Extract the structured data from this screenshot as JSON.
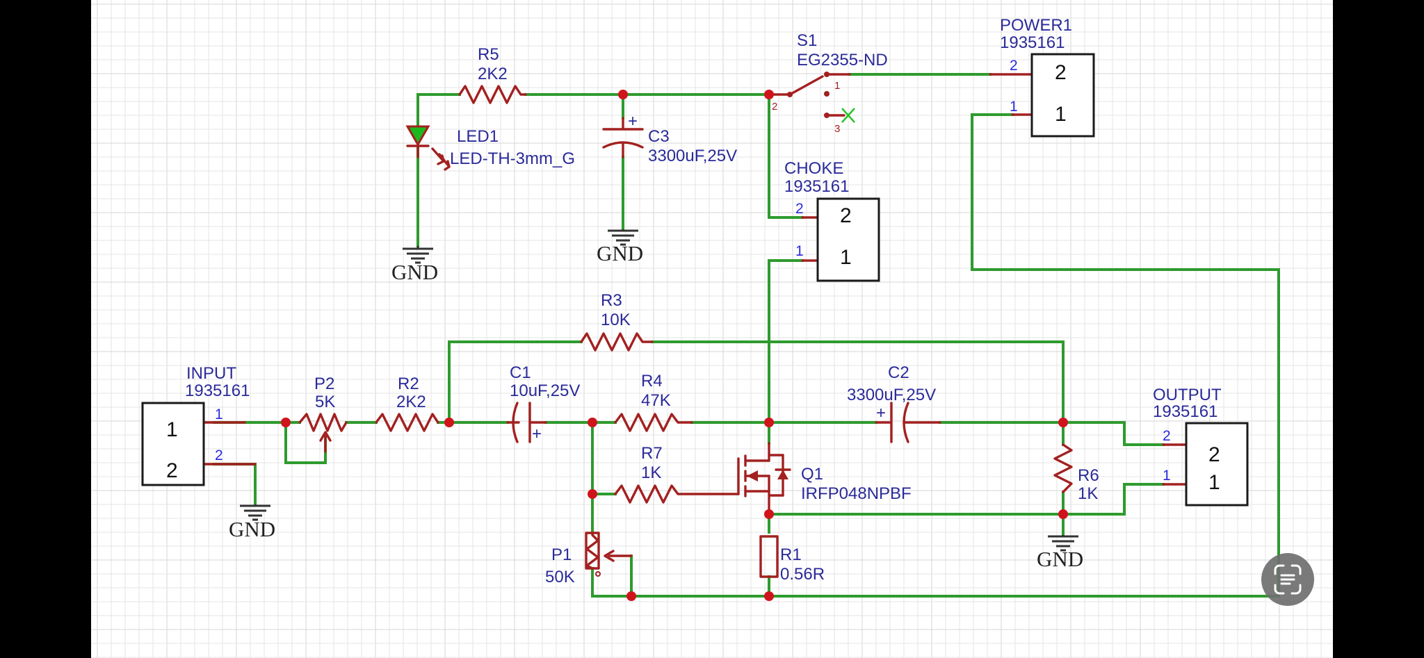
{
  "schematic": {
    "colors": {
      "wire": "#2e9b2e",
      "part": "#a32020",
      "label": "#2a2a9a",
      "pin_number": "#2a2ae0",
      "junction": "#d0141c"
    },
    "components": {
      "r5": {
        "ref": "R5",
        "value": "2K2"
      },
      "led1": {
        "ref": "LED1",
        "value": "LED-TH-3mm_G"
      },
      "c3": {
        "ref": "C3",
        "value": "3300uF,25V",
        "plus": "+"
      },
      "s1": {
        "ref": "S1",
        "value": "EG2355-ND",
        "pin1": "1",
        "pin2": "2",
        "pin3": "3"
      },
      "power1": {
        "ref": "POWER1",
        "value": "1935161",
        "pin2": "2",
        "pin1": "1",
        "box2": "2",
        "box1": "1"
      },
      "choke": {
        "ref": "CHOKE",
        "value": "1935161",
        "pin2": "2",
        "pin1": "1",
        "box2": "2",
        "box1": "1"
      },
      "r3": {
        "ref": "R3",
        "value": "10K"
      },
      "input": {
        "ref": "INPUT",
        "value": "1935161",
        "pin1": "1",
        "pin2": "2",
        "box1": "1",
        "box2": "2"
      },
      "p2": {
        "ref": "P2",
        "value": "5K"
      },
      "r2": {
        "ref": "R2",
        "value": "2K2"
      },
      "c1": {
        "ref": "C1",
        "value": "10uF,25V",
        "plus": "+"
      },
      "r4": {
        "ref": "R4",
        "value": "47K"
      },
      "c2": {
        "ref": "C2",
        "value": "3300uF,25V",
        "plus": "+"
      },
      "output": {
        "ref": "OUTPUT",
        "value": "1935161",
        "pin2": "2",
        "pin1": "1",
        "box2": "2",
        "box1": "1"
      },
      "r7": {
        "ref": "R7",
        "value": "1K"
      },
      "q1": {
        "ref": "Q1",
        "value": "IRFP048NPBF"
      },
      "r6": {
        "ref": "R6",
        "value": "1K"
      },
      "p1": {
        "ref": "P1",
        "value": "50K"
      },
      "r1": {
        "ref": "R1",
        "value": "0.56R"
      }
    },
    "ground_label": "GND"
  },
  "overlay": {
    "scan_button_icon": "text-scan-icon"
  }
}
